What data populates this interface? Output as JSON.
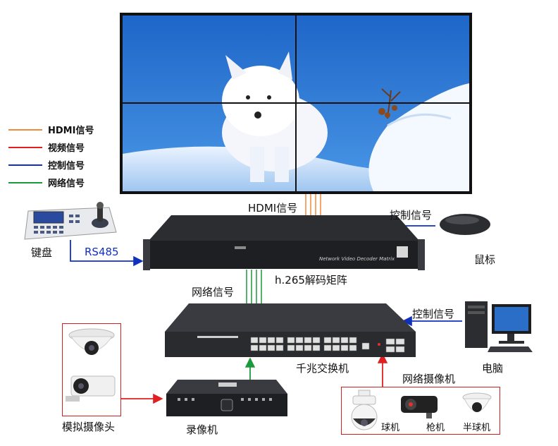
{
  "legend": [
    {
      "label": "HDMI信号",
      "color": "#f08a3c"
    },
    {
      "label": "视频信号",
      "color": "#e02020"
    },
    {
      "label": "控制信号",
      "color": "#1030c0"
    },
    {
      "label": "网络信号",
      "color": "#1a9a3a"
    }
  ],
  "labels": {
    "hdmi_signal": "HDMI信号",
    "control_signal_mouse": "控制信号",
    "control_signal_pc": "控制信号",
    "network_signal": "网络信号",
    "rs485": "RS485",
    "decoder_matrix": "h.265解码矩阵",
    "switch": "千兆交换机",
    "keyboard": "键盘",
    "mouse": "鼠标",
    "pc": "电脑",
    "analog_camera": "模拟摄像头",
    "recorder": "录像机",
    "network_camera": "网络摄像机",
    "dome_camera": "球机",
    "bullet_camera": "枪机",
    "half_dome_camera": "半球机"
  },
  "device_text": {
    "decoder_front": "Network Video Decoder Matrix"
  }
}
